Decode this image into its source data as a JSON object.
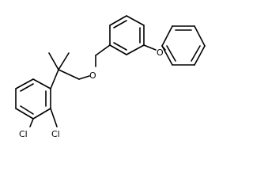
{
  "molecule": {
    "atom_labels": {
      "ether_oxygen_chain": "O",
      "ether_oxygen_aryl": "O",
      "chlorine_upper": "Cl",
      "chlorine_lower": "Cl"
    }
  }
}
